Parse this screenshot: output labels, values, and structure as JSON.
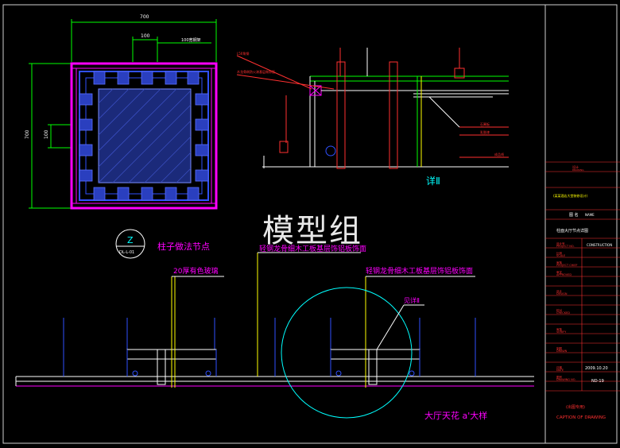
{
  "drawing": {
    "column_plan": {
      "dim_overall_width": "700",
      "dim_overall_height": "700",
      "dim_width_inner": "100",
      "dim_height_inner": "100",
      "dim_note": "100宽钢架",
      "caption": "柱子做法节点",
      "symbol_letter": "Z",
      "symbol_sheet": "DL-L-01"
    },
    "section": {
      "note1": "L50角钢",
      "note2": "木龙骨刷防火漆基层做饰面",
      "right_note1": "石膏板",
      "right_note2": "乳胶漆",
      "right_note3": "成品线",
      "detail_label": "详Ⅱ"
    },
    "elevation": {
      "label_top_left": "轻钢龙骨细木工板基层饰铝板饰面",
      "label_mid_left": "20厚有色玻璃",
      "label_mid_right": "轻钢龙骨细木工板基层饰铝板饰面",
      "label_detail": "见详Ⅱ",
      "caption": "大厅天花 a'大样"
    },
    "title_block": {
      "row1": "设计",
      "row1b": "DRAWING",
      "project": "(某某酒店大堂装修设计)",
      "name_label": "图 名",
      "name_label_en": "NAME",
      "drawing_name": "柱面大厅节点详图",
      "fields": [
        "设计号",
        "PROJECT NO.",
        "比例",
        "SCALE",
        "审核",
        "PROJECT CHIEF",
        "审定",
        "APPROVED",
        "设计",
        "DESIGN",
        "校对",
        "CHECKED",
        "审核",
        "VERIFY",
        "制图",
        "DRAWN",
        "日期",
        "DATE",
        "图号",
        "DRAWING NO."
      ],
      "drawing_category": "CONSTRUCTION",
      "date": "2009.10.20",
      "drawing_no": "ND-19",
      "stamp_label": "(出图专用)",
      "caption_en": "CAPTION OF DRAWING"
    },
    "watermark": "模型组"
  }
}
